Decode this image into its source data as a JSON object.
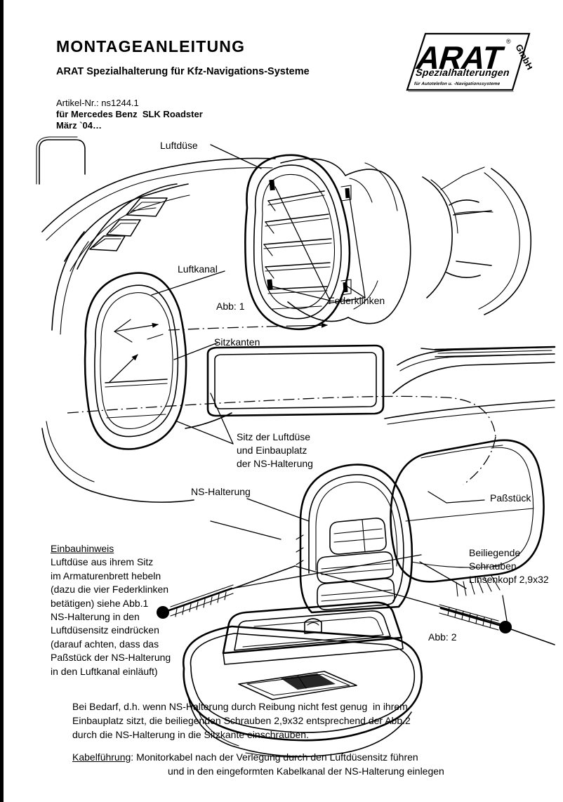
{
  "document": {
    "title": "MONTAGEANLEITUNG",
    "subtitle": "ARAT Spezialhalterung für Kfz-Navigations-Systeme",
    "artikel_nr": "Artikel-Nr.: ns1244.1",
    "fahrzeug": "für Mercedes Benz  SLK Roadster",
    "datum": "März `04…"
  },
  "logo": {
    "brand": "ARAT",
    "registered": "®",
    "legal_form": "GmbH",
    "tagline": "Spezialhalterungen",
    "subtagline": "für Autotelefon u. -Navigationssysteme"
  },
  "figure1": {
    "caption": "Abb: 1",
    "labels": {
      "luftduese": "Luftdüse",
      "luftkanal": "Luftkanal",
      "federklinken": "Federklinken",
      "sitzkanten": "Sitzkanten",
      "sitz_block_line1": "Sitz der Luftdüse",
      "sitz_block_line2": "und Einbauplatz",
      "sitz_block_line3": "der NS-Halterung"
    }
  },
  "figure2": {
    "caption": "Abb: 2",
    "labels": {
      "ns_halterung": "NS-Halterung",
      "passstueck": "Paßstück",
      "schrauben_line1": "Beiliegende",
      "schrauben_line2": "Schrauben",
      "schrauben_line3": "Linsenkopf 2,9x32"
    }
  },
  "einbauhinweis": {
    "heading": "Einbauhinweis",
    "lines": [
      "Luftdüse aus ihrem Sitz",
      "im Armaturenbrett hebeln",
      "(dazu die vier Federklinken",
      "betätigen) siehe Abb.1",
      "NS-Halterung in den",
      "Luftdüsensitz eindrücken",
      "(darauf achten, dass das",
      "Paßstück der NS-Halterung",
      "in den Luftkanal einläuft)"
    ]
  },
  "notes": {
    "bedarf": [
      "Bei Bedarf, d.h. wenn NS-Halterung durch Reibung nicht fest genug  in ihrem",
      "Einbauplatz sitzt, die beiliegenden Schrauben 2,9x32 entsprechend der Abb.2",
      "durch die NS-Halterung in die Sitzkante einschrauben."
    ],
    "kabelfuehrung_heading": "Kabelführung",
    "kabelfuehrung_line1": ": Monitorkabel nach der Verlegung durch den Luftdüsensitz führen",
    "kabelfuehrung_line2": "und in den eingeformten Kabelkanal der NS-Halterung einlegen"
  },
  "colors": {
    "ink": "#000000",
    "paper": "#ffffff"
  }
}
